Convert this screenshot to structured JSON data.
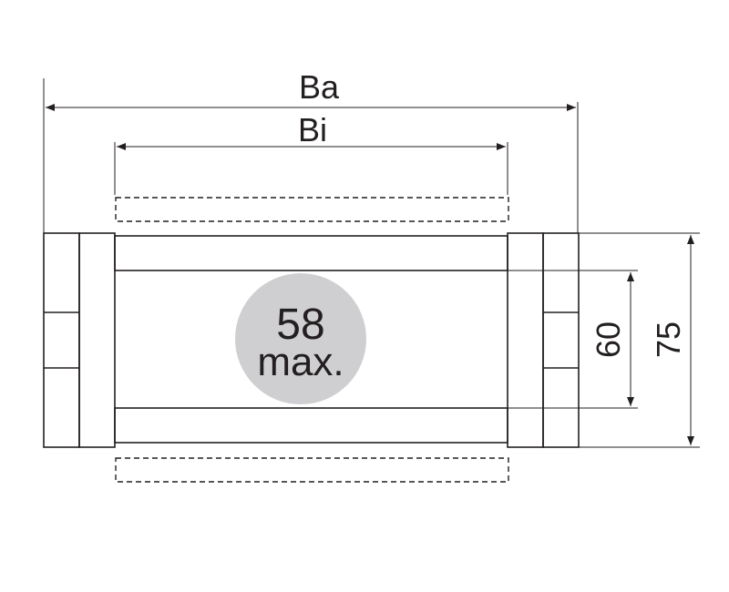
{
  "dimensions": {
    "outer_width": "Ba",
    "inner_width": "Bi",
    "inner_height": "60",
    "outer_height": "75"
  },
  "badge": {
    "value": "58",
    "suffix": "max.",
    "color": "#cfcfd1"
  },
  "colors": {
    "line": "#231f20",
    "background": "#ffffff"
  }
}
